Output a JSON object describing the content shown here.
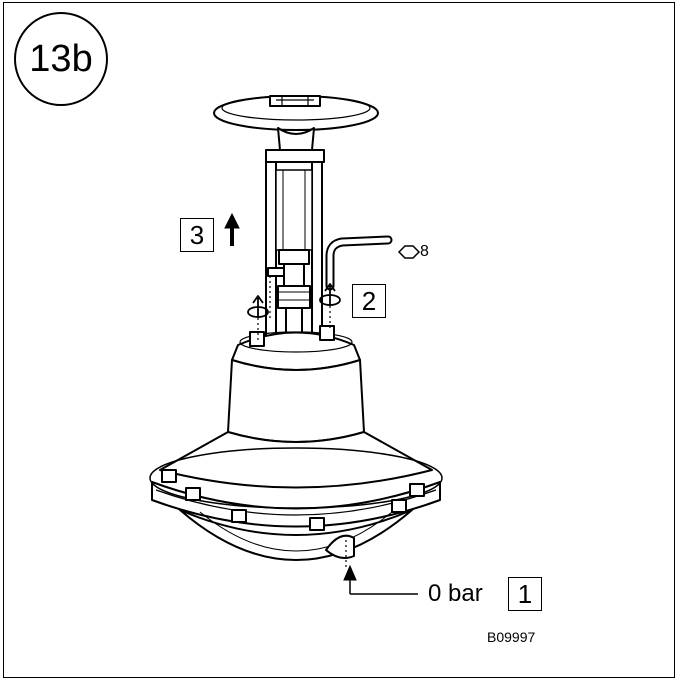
{
  "figure": {
    "step_badge": "13b",
    "callouts": [
      {
        "id": "1",
        "label": "1",
        "text": "0 bar"
      },
      {
        "id": "2",
        "label": "2"
      },
      {
        "id": "3",
        "label": "3"
      }
    ],
    "hex_key_size": "8",
    "reference_code": "B09997"
  }
}
